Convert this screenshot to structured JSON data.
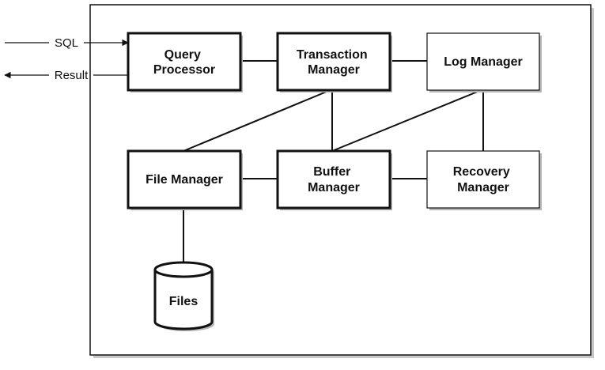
{
  "inputs": {
    "sql": "SQL",
    "result": "Result"
  },
  "components": {
    "query_processor": [
      "Query",
      "Processor"
    ],
    "transaction_manager": [
      "Transaction",
      "Manager"
    ],
    "log_manager": [
      "Log Manager"
    ],
    "file_manager": [
      "File Manager"
    ],
    "buffer_manager": [
      "Buffer",
      "Manager"
    ],
    "recovery_manager": [
      "Recovery",
      "Manager"
    ],
    "files": [
      "Files"
    ]
  },
  "connections": [
    [
      "query_processor",
      "transaction_manager"
    ],
    [
      "transaction_manager",
      "log_manager"
    ],
    [
      "transaction_manager",
      "file_manager"
    ],
    [
      "transaction_manager",
      "buffer_manager"
    ],
    [
      "log_manager",
      "buffer_manager"
    ],
    [
      "log_manager",
      "recovery_manager"
    ],
    [
      "file_manager",
      "buffer_manager"
    ],
    [
      "buffer_manager",
      "recovery_manager"
    ],
    [
      "file_manager",
      "files"
    ]
  ]
}
